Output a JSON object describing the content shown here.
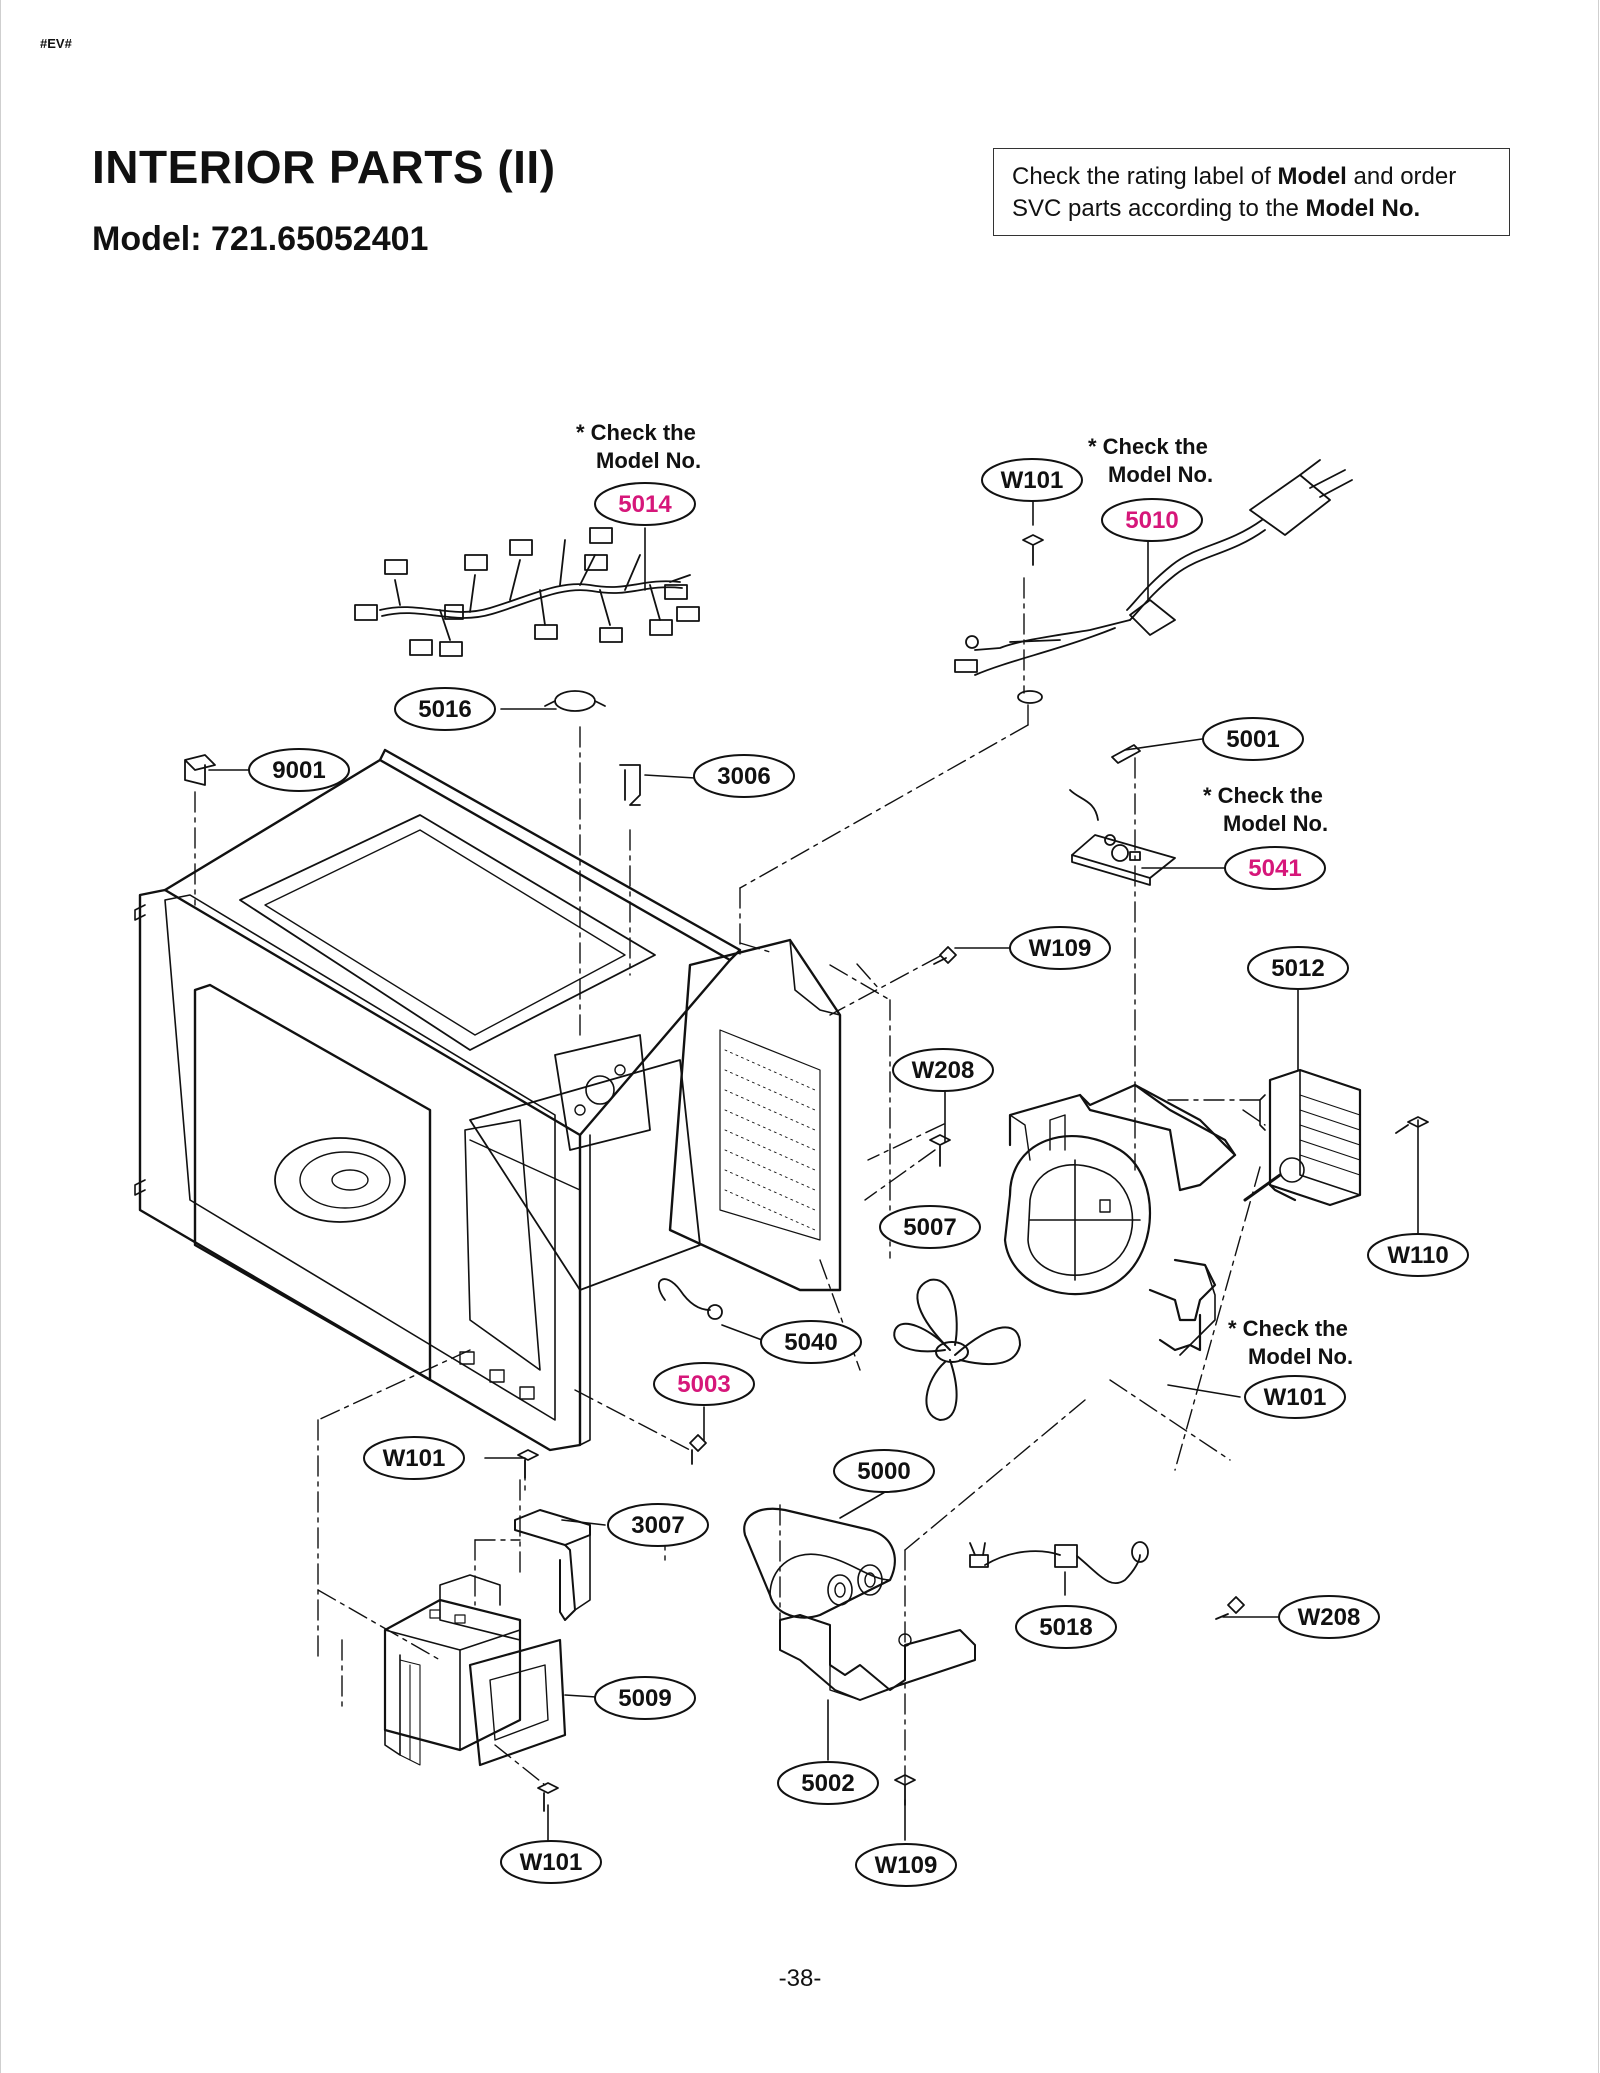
{
  "header": {
    "tag": "#EV#",
    "title": "INTERIOR PARTS (II)",
    "model": "Model: 721.65052401"
  },
  "note_box": {
    "part1": "Check the rating label of ",
    "bold1": "Model",
    "part2": " and order",
    "part3": "SVC parts according to the ",
    "bold2": "Model No."
  },
  "check_note": {
    "line1": "* Check the",
    "line2": "Model No."
  },
  "colors": {
    "ink": "#111111",
    "model_specific": "#d6177a"
  },
  "parts": [
    {
      "id": "5014",
      "model_specific": true
    },
    {
      "id": "5010",
      "model_specific": true
    },
    {
      "id": "W101",
      "model_specific": false
    },
    {
      "id": "5016",
      "model_specific": false
    },
    {
      "id": "9001",
      "model_specific": false
    },
    {
      "id": "3006",
      "model_specific": false
    },
    {
      "id": "5001",
      "model_specific": false
    },
    {
      "id": "5041",
      "model_specific": true
    },
    {
      "id": "W109",
      "model_specific": false
    },
    {
      "id": "5012",
      "model_specific": false
    },
    {
      "id": "W208",
      "model_specific": false
    },
    {
      "id": "5007",
      "model_specific": false
    },
    {
      "id": "W110",
      "model_specific": false
    },
    {
      "id": "5040",
      "model_specific": false
    },
    {
      "id": "W101",
      "model_specific": false
    },
    {
      "id": "5003",
      "model_specific": true
    },
    {
      "id": "W101",
      "model_specific": false
    },
    {
      "id": "5000",
      "model_specific": false
    },
    {
      "id": "3007",
      "model_specific": false
    },
    {
      "id": "5018",
      "model_specific": false
    },
    {
      "id": "W208",
      "model_specific": false
    },
    {
      "id": "5009",
      "model_specific": false
    },
    {
      "id": "5002",
      "model_specific": false
    },
    {
      "id": "W101",
      "model_specific": false
    },
    {
      "id": "W109",
      "model_specific": false
    }
  ],
  "footer": {
    "page_number": "-38-"
  }
}
